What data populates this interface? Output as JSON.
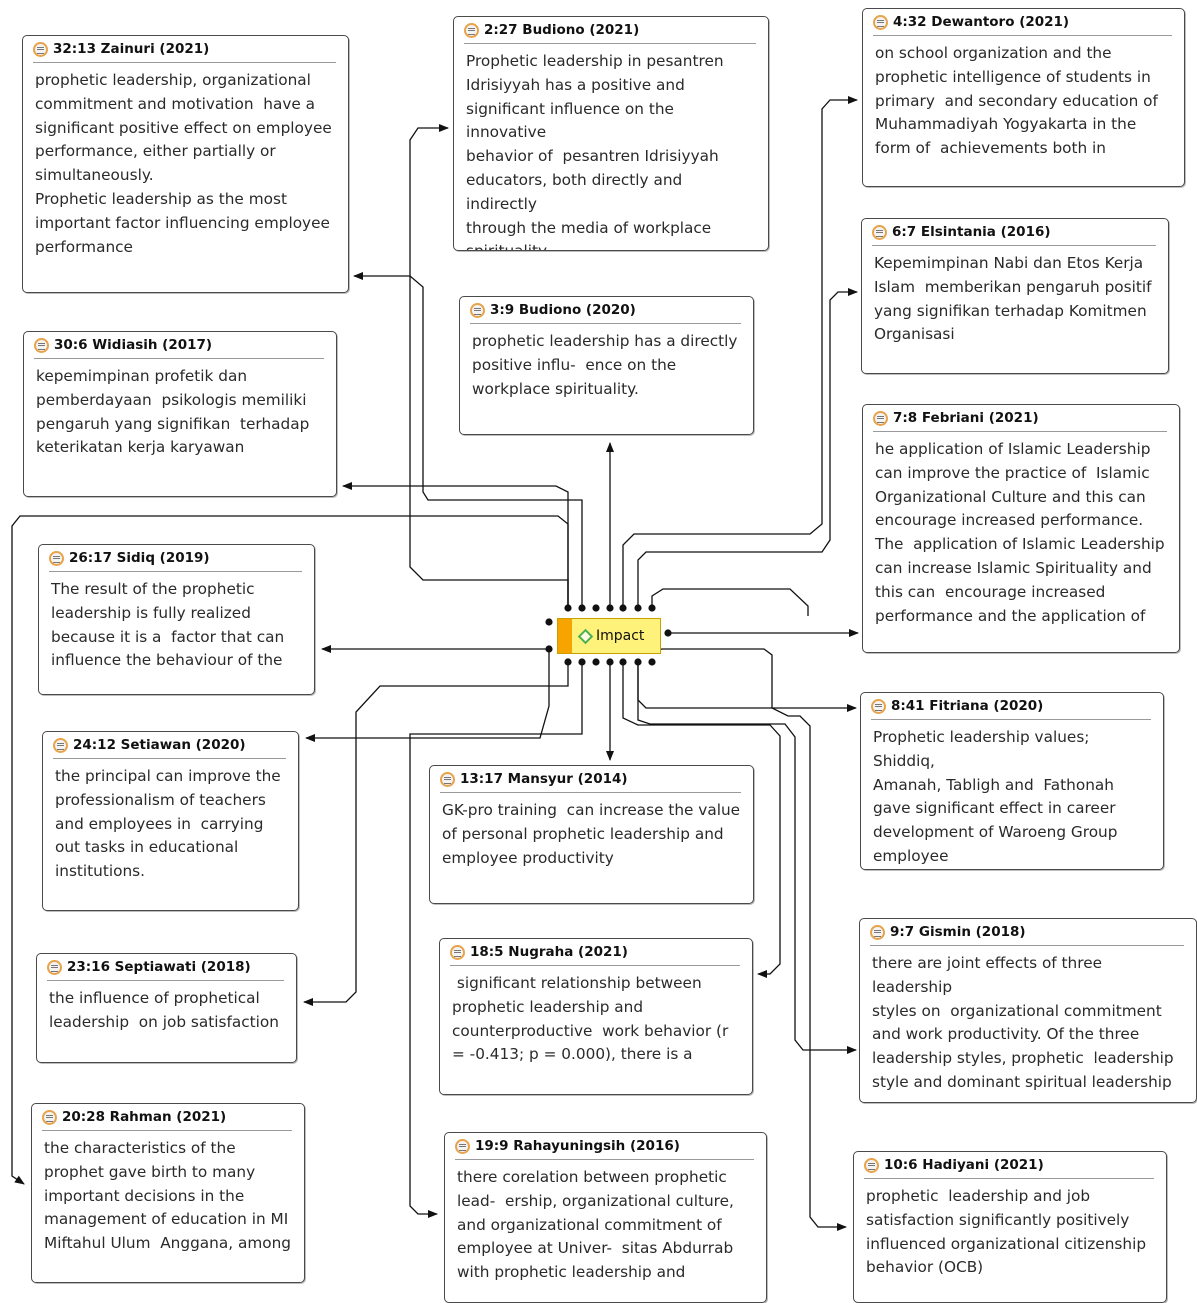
{
  "center": {
    "label": "Impact",
    "node_color": "#fff27a",
    "accent": "#f7a400",
    "icon": "code-diamond-icon"
  },
  "quotation_icon": "quotation-icon",
  "quotes": [
    {
      "id": "q-32-13",
      "title": "32:13 Zainuri (2021)",
      "text": "prophetic leadership, organizational\ncommitment and motivation  have a\nsignificant positive effect on employee\nperformance, either partially or\nsimultaneously.\nProphetic leadership as the most\nimportant factor influencing employee\nperformance"
    },
    {
      "id": "q-30-6",
      "title": "30:6 Widiasih (2017)",
      "text": "kepemimpinan profetik dan\npemberdayaan  psikologis memiliki\npengaruh yang signifikan  terhadap\nketerikatan kerja karyawan"
    },
    {
      "id": "q-26-17",
      "title": "26:17 Sidiq (2019)",
      "text": "The result of the prophetic\nleadership is fully realized\nbecause it is a  factor that can\ninfluence the behaviour of the"
    },
    {
      "id": "q-24-12",
      "title": "24:12 Setiawan (2020)",
      "text": "the principal can improve the\nprofessionalism of teachers\nand employees in  carrying\nout tasks in educational\ninstitutions."
    },
    {
      "id": "q-23-16",
      "title": "23:16 Septiawati (2018)",
      "text": "the influence of prophetical\nleadership  on job satisfaction"
    },
    {
      "id": "q-20-28",
      "title": "20:28 Rahman (2021)",
      "text": "the characteristics of the\nprophet gave birth to many\nimportant decisions in the\nmanagement of education in MI\nMiftahul Ulum  Anggana, among"
    },
    {
      "id": "q-2-27",
      "title": "2:27 Budiono (2021)",
      "text": "Prophetic leadership in pesantren\nIdrisiyyah has a positive and\nsignificant influence on the innovative\nbehavior of  pesantren Idrisiyyah\neducators, both directly and indirectly\nthrough the media of workplace\nspirituality."
    },
    {
      "id": "q-3-9",
      "title": "3:9 Budiono (2020)",
      "text": "prophetic leadership has a directly\npositive influ-  ence on the\nworkplace spirituality."
    },
    {
      "id": "q-13-17",
      "title": "13:17 Mansyur (2014)",
      "text": "GK-pro training  can increase the value\nof personal prophetic leadership and\nemployee productivity"
    },
    {
      "id": "q-18-5",
      "title": "18:5 Nugraha (2021)",
      "text": " significant relationship between\nprophetic leadership and\ncounterproductive  work behavior (r\n= -0.413; p = 0.000), there is a"
    },
    {
      "id": "q-19-9",
      "title": "19:9 Rahayuningsih (2016)",
      "text": "there corelation between prophetic\nlead-  ership, organizational culture,\nand organizational commitment of\nemployee at Univer-  sitas Abdurrab\nwith prophetic leadership and"
    },
    {
      "id": "q-4-32",
      "title": "4:32 Dewantoro (2021)",
      "text": "on school organization and the\nprophetic intelligence of students in\nprimary  and secondary education of\nMuhammadiyah Yogyakarta in the\nform of  achievements both in"
    },
    {
      "id": "q-6-7",
      "title": "6:7 Elsintania (2016)",
      "text": "Kepemimpinan Nabi dan Etos Kerja\nIslam  memberikan pengaruh positif\nyang signifikan terhadap Komitmen\nOrganisasi"
    },
    {
      "id": "q-7-8",
      "title": "7:8 Febriani (2021)",
      "text": "he application of Islamic Leadership\ncan improve the practice of  Islamic\nOrganizational Culture and this can\nencourage increased performance.\nThe  application of Islamic Leadership\ncan increase Islamic Spirituality and\nthis can  encourage increased\nperformance and the application of"
    },
    {
      "id": "q-8-41",
      "title": "8:41 Fitriana (2020)",
      "text": "Prophetic leadership values; Shiddiq,\nAmanah, Tabligh and  Fathonah\ngave significant effect in career\ndevelopment of Waroeng Group\nemployee"
    },
    {
      "id": "q-9-7",
      "title": "9:7 Gismin (2018)",
      "text": "there are joint effects of three leadership\nstyles on  organizational commitment\nand work productivity. Of the three\nleadership styles, prophetic  leadership\nstyle and dominant spiritual leadership"
    },
    {
      "id": "q-10-6",
      "title": "10:6 Hadiyani (2021)",
      "text": "prophetic  leadership and job\nsatisfaction significantly positively\ninfluenced organizational citizenship\nbehavior (OCB)"
    }
  ]
}
